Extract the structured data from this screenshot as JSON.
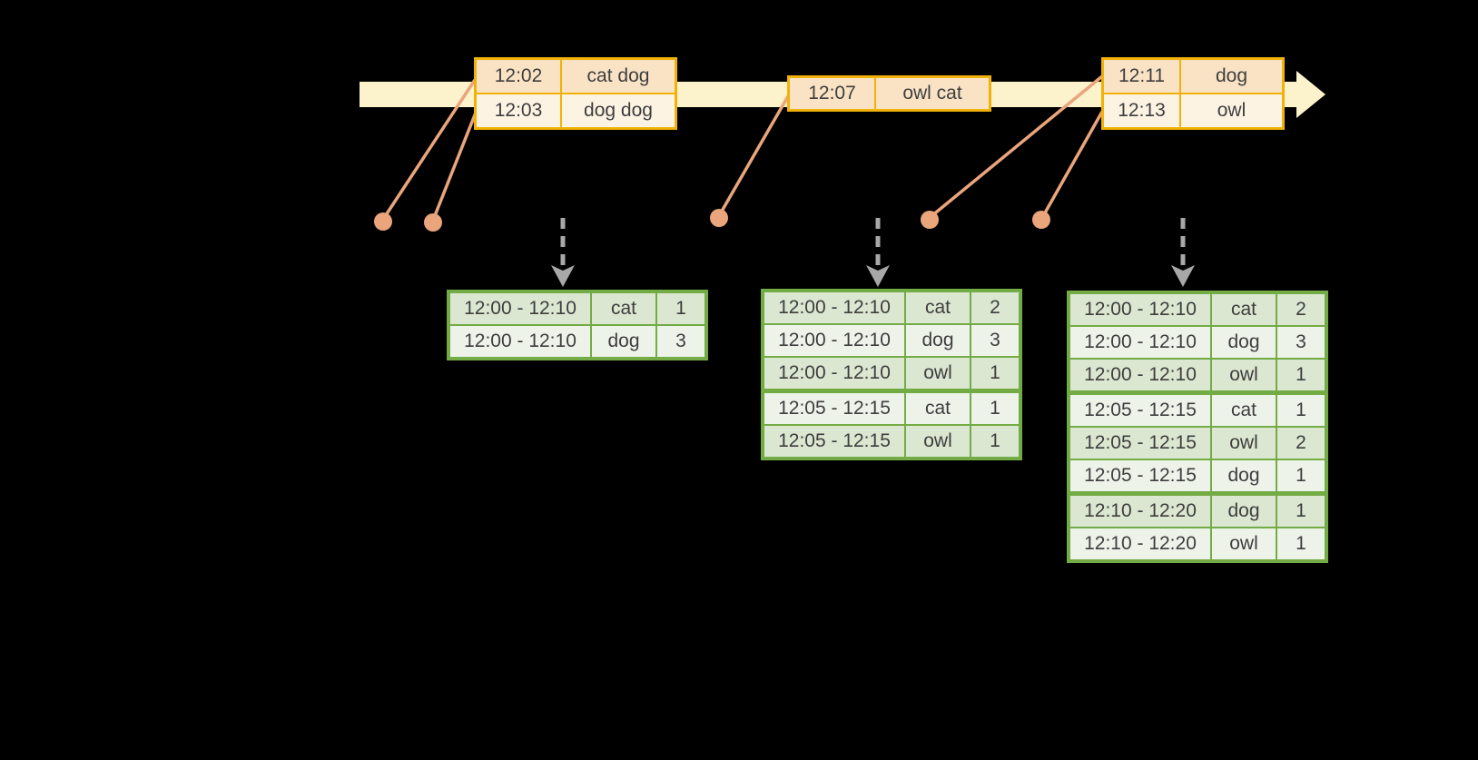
{
  "colors": {
    "background": "#000000",
    "timeline_fill": "#fcf2cc",
    "event_border": "#f1b207",
    "event_row_dark": "#fae3c5",
    "event_row_light": "#fdf3e3",
    "result_border": "#73ab44",
    "result_row_dark": "#dbe7d1",
    "result_row_light": "#eef3ea",
    "connector": "#eaa57c",
    "dashed_arrow": "#a8a8a8",
    "text": "#3e3e3e"
  },
  "icons": {
    "timeline": "right-arrow",
    "trigger": "dashed-down-arrow",
    "event_marker": "dot"
  },
  "event_tables": [
    {
      "rows": [
        {
          "time": "12:02",
          "words": "cat dog"
        },
        {
          "time": "12:03",
          "words": "dog dog"
        }
      ]
    },
    {
      "rows": [
        {
          "time": "12:07",
          "words": "owl cat"
        }
      ]
    },
    {
      "rows": [
        {
          "time": "12:11",
          "words": "dog"
        },
        {
          "time": "12:13",
          "words": "owl"
        }
      ]
    }
  ],
  "result_tables": [
    {
      "rows": [
        {
          "window": "12:00 - 12:10",
          "word": "cat",
          "count": "1"
        },
        {
          "window": "12:00 - 12:10",
          "word": "dog",
          "count": "3"
        }
      ]
    },
    {
      "rows": [
        {
          "window": "12:00 - 12:10",
          "word": "cat",
          "count": "2"
        },
        {
          "window": "12:00 - 12:10",
          "word": "dog",
          "count": "3"
        },
        {
          "window": "12:00 - 12:10",
          "word": "owl",
          "count": "1"
        },
        {
          "window": "12:05 - 12:15",
          "word": "cat",
          "count": "1"
        },
        {
          "window": "12:05 - 12:15",
          "word": "owl",
          "count": "1"
        }
      ]
    },
    {
      "rows": [
        {
          "window": "12:00 - 12:10",
          "word": "cat",
          "count": "2"
        },
        {
          "window": "12:00 - 12:10",
          "word": "dog",
          "count": "3"
        },
        {
          "window": "12:00 - 12:10",
          "word": "owl",
          "count": "1"
        },
        {
          "window": "12:05 - 12:15",
          "word": "cat",
          "count": "1"
        },
        {
          "window": "12:05 - 12:15",
          "word": "owl",
          "count": "2"
        },
        {
          "window": "12:05 - 12:15",
          "word": "dog",
          "count": "1"
        },
        {
          "window": "12:10 - 12:20",
          "word": "dog",
          "count": "1"
        },
        {
          "window": "12:10 - 12:20",
          "word": "owl",
          "count": "1"
        }
      ]
    }
  ]
}
